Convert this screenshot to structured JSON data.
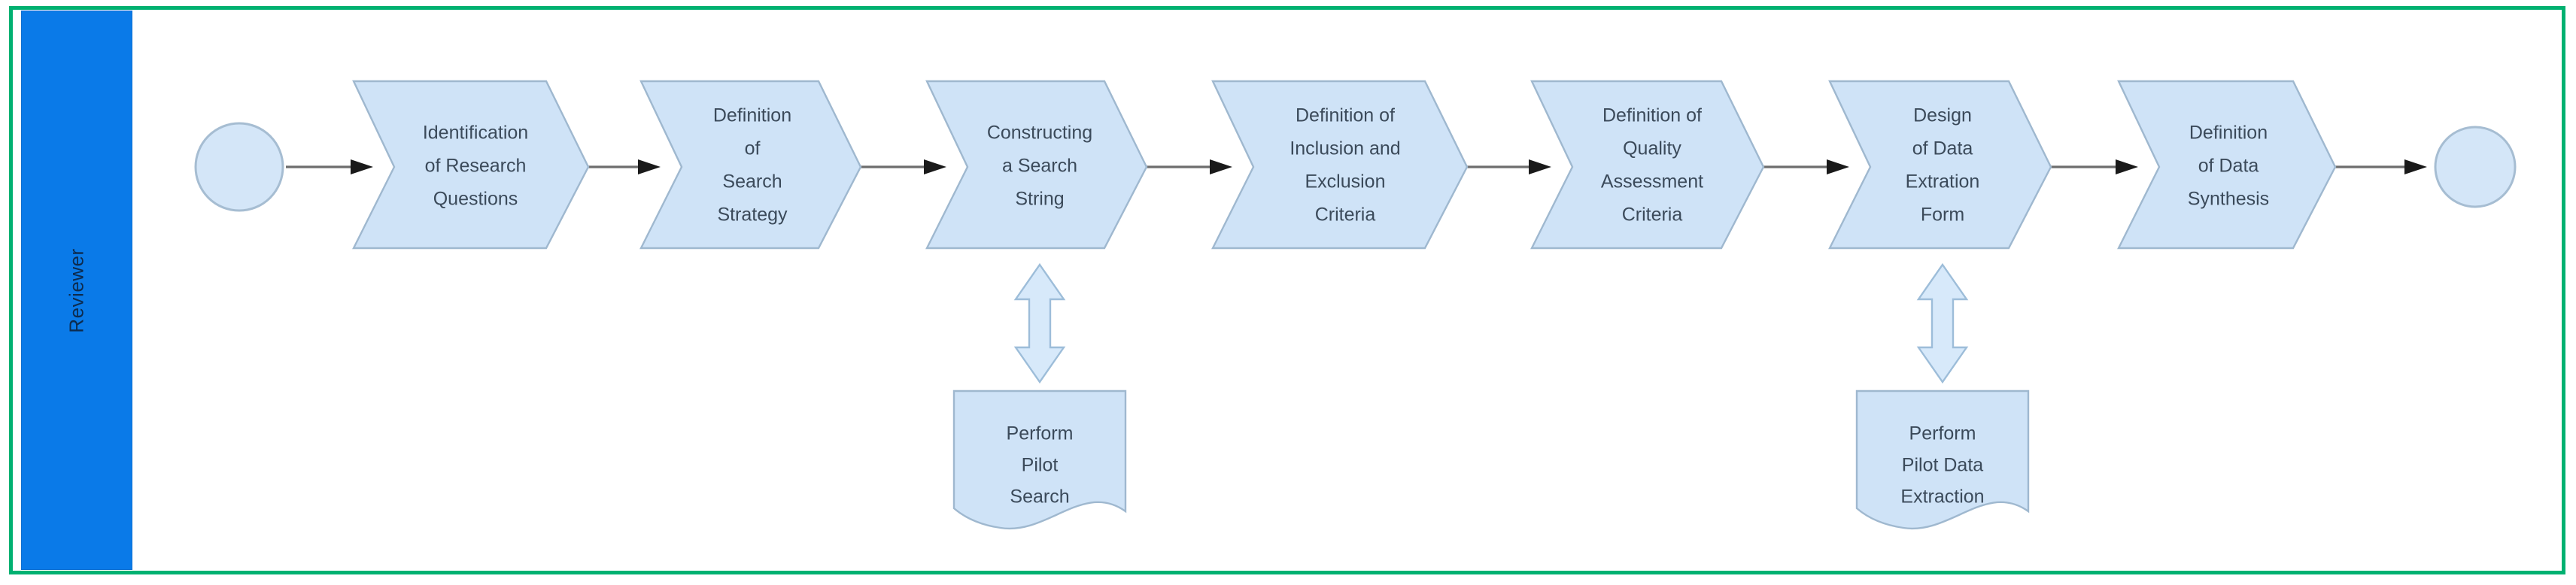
{
  "diagram": {
    "type": "bpmn-process-lane",
    "frame_color": "#00b171",
    "lane": {
      "label": "Reviewer",
      "band_color": "#0a7ae8",
      "label_color": "#0d2b4e"
    },
    "shape_colors": {
      "task_fill": "#cfe3f7",
      "task_stroke": "#9fb8cf",
      "event_fill": "#d4e6f8",
      "event_stroke": "#a6bdd2",
      "connector": "#6d6d6d",
      "text": "#3b4a5a"
    },
    "start_event": {
      "name": "start-event"
    },
    "end_event": {
      "name": "end-event"
    },
    "tasks": [
      {
        "id": "t1",
        "lines": [
          "Identification",
          "of Research",
          "Questions"
        ]
      },
      {
        "id": "t2",
        "lines": [
          "Definition",
          "of",
          "Search",
          "Strategy"
        ]
      },
      {
        "id": "t3",
        "lines": [
          "Constructing",
          "a Search",
          "String"
        ]
      },
      {
        "id": "t4",
        "lines": [
          "Definition of",
          "Inclusion and",
          "Exclusion",
          "Criteria"
        ]
      },
      {
        "id": "t5",
        "lines": [
          "Definition of",
          "Quality",
          "Assessment",
          "Criteria"
        ]
      },
      {
        "id": "t6",
        "lines": [
          "Design",
          "of Data",
          "Extration",
          "Form"
        ]
      },
      {
        "id": "t7",
        "lines": [
          "Definition",
          "of Data",
          "Synthesis"
        ]
      }
    ],
    "documents": [
      {
        "id": "d1",
        "lines": [
          "Perform",
          "Pilot",
          "Search"
        ],
        "attached_to": "t3"
      },
      {
        "id": "d2",
        "lines": [
          "Perform",
          "Pilot Data",
          "Extraction"
        ],
        "attached_to": "t6"
      }
    ]
  }
}
